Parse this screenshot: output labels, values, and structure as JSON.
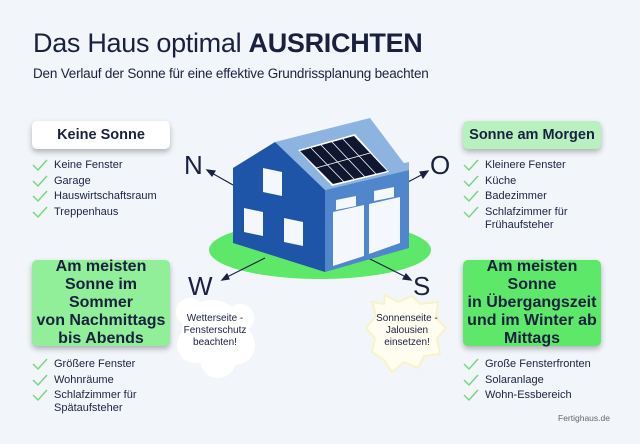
{
  "header": {
    "title_regular": "Das Haus optimal ",
    "title_bold": "AUSRICHTEN",
    "subtitle": "Den Verlauf der Sonne für eine effektive Grundrissplanung beachten"
  },
  "directions": {
    "north": "N",
    "east": "O",
    "west": "W",
    "south": "S"
  },
  "north": {
    "heading": "Keine Sonne",
    "items": [
      "Keine Fenster",
      "Garage",
      "Hauswirtschaftsraum",
      "Treppenhaus"
    ]
  },
  "east": {
    "heading": "Sonne am Morgen",
    "items": [
      "Kleinere Fenster",
      "Küche",
      "Badezimmer",
      "Schlafzimmer für Frühaufsteher"
    ]
  },
  "west": {
    "heading": "Am meisten Sonne im Sommer von Nachmittags bis Abends",
    "heading_lines": [
      "Am meisten",
      "Sonne im Sommer",
      "von Nachmittags",
      "bis Abends"
    ],
    "items": [
      "Größere Fenster",
      "Wohnräume",
      "Schlafzimmer für Spätaufsteher"
    ],
    "bubble_lines": [
      "Wetterseite -",
      "Fensterschutz",
      "beachten!"
    ]
  },
  "south": {
    "heading": "Am meisten Sonne in Übergangszeit und im Winter ab Mittags",
    "heading_lines": [
      "Am meisten Sonne",
      "in Übergangszeit",
      "und im Winter ab",
      "Mittags"
    ],
    "items": [
      "Große Fensterfronten",
      "Solaranlage",
      "Wohn-Essbereich"
    ],
    "bubble_lines": [
      "Sonnenseite -",
      "Jalousien",
      "einsetzen!"
    ]
  },
  "footer": {
    "source": "Fertighaus.de"
  },
  "colors": {
    "background": "#f2f6fa",
    "text": "#1a2040",
    "house_dark": "#1f55a8",
    "house_light": "#4f86cc",
    "roof_light": "#8db4e0",
    "solar": "#0f1630",
    "lawn": "#5de86a",
    "check": "#6fd87a"
  }
}
